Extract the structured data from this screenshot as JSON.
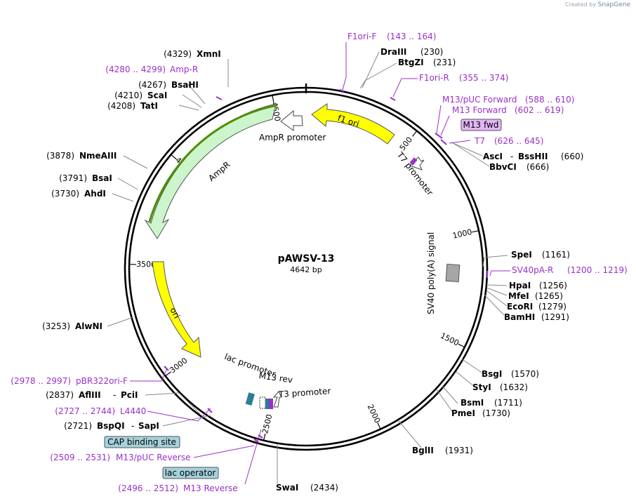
{
  "credit": {
    "prefix": "Created by",
    "brand": "SnapGene"
  },
  "plasmid": {
    "name": "pAWSV-13",
    "size": "4642 bp"
  },
  "ticks": [
    "500",
    "1000",
    "1500",
    "2000",
    "2500",
    "3000",
    "3500",
    "4000",
    "4500"
  ],
  "features": {
    "f1ori": "f1 ori",
    "ampr_promoter": "AmpR promoter",
    "ampr": "AmpR",
    "t7_promoter": "T7 promoter",
    "sv40": "SV40 poly(A) signal",
    "ori": "ori",
    "lac_promoter": "lac promoter",
    "m13rev": "M13 rev",
    "t3_promoter": "T3 promoter"
  },
  "sites": {
    "xmni": {
      "name": "XmnI",
      "pos": "(4329)"
    },
    "bsahi": {
      "name": "BsaHI",
      "pos": "(4267)"
    },
    "scai": {
      "name": "ScaI",
      "pos": "(4210)"
    },
    "tati": {
      "name": "TatI",
      "pos": "(4208)"
    },
    "nmeaiii": {
      "name": "NmeAIII",
      "pos": "(3878)"
    },
    "bsai": {
      "name": "BsaI",
      "pos": "(3791)"
    },
    "ahdi": {
      "name": "AhdI",
      "pos": "(3730)"
    },
    "alwni": {
      "name": "AlwNI",
      "pos": "(3253)"
    },
    "aflIII": {
      "name": "AflIII",
      "pos": "(2837)",
      "pair": "PciI",
      "dash": "-"
    },
    "bspqi": {
      "name": "BspQI",
      "pos": "(2721)",
      "pair": "SapI",
      "dash": "-"
    },
    "swai": {
      "name": "SwaI",
      "pos": "(2434)"
    },
    "bglii": {
      "name": "BglII",
      "pos": "(1931)"
    },
    "pmei": {
      "name": "PmeI",
      "pos": "(1730)"
    },
    "bsmi": {
      "name": "BsmI",
      "pos": "(1711)"
    },
    "styi": {
      "name": "StyI",
      "pos": "(1632)"
    },
    "bsgi": {
      "name": "BsgI",
      "pos": "(1570)"
    },
    "bamhi": {
      "name": "BamHI",
      "pos": "(1291)"
    },
    "ecori": {
      "name": "EcoRI",
      "pos": "(1279)"
    },
    "mfei": {
      "name": "MfeI",
      "pos": "(1265)"
    },
    "hpai": {
      "name": "HpaI",
      "pos": "(1256)"
    },
    "spei": {
      "name": "SpeI",
      "pos": "(1161)"
    },
    "bbvci": {
      "name": "BbvCI",
      "pos": "(666)"
    },
    "asci": {
      "name": "AscI",
      "pos": "(660)",
      "pair": "BssHII",
      "dash": "-"
    },
    "draiii": {
      "name": "DraIII",
      "pos": "(230)"
    },
    "btgzi": {
      "name": "BtgZI",
      "pos": "(231)"
    }
  },
  "primers": {
    "ampr": {
      "name": "Amp-R",
      "range": "(4280 .. 4299)"
    },
    "f1orif": {
      "name": "F1ori-F",
      "range": "(143 .. 164)"
    },
    "f1orir": {
      "name": "F1ori-R",
      "range": "(355 .. 374)"
    },
    "m13puc": {
      "name": "M13/pUC Forward",
      "range": "(588 .. 610)"
    },
    "m13fwd": {
      "name": "M13 Forward",
      "range": "(602 .. 619)"
    },
    "t7": {
      "name": "T7",
      "range": "(626 .. 645)"
    },
    "sv40par": {
      "name": "SV40pA-R",
      "range": "(1200 .. 1219)"
    },
    "pbr322": {
      "name": "pBR322ori-F",
      "range": "(2978 .. 2997)"
    },
    "l4440": {
      "name": "L4440",
      "range": "(2727 .. 2744)"
    },
    "m13pucrev": {
      "name": "M13/pUC Reverse",
      "range": "(2509 .. 2531)"
    },
    "m13reverse": {
      "name": "M13 Reverse",
      "range": "(2496 .. 2512)"
    }
  },
  "boxes": {
    "m13fwd": "M13 fwd",
    "cap": "CAP binding site",
    "lacop": "lac operator"
  },
  "colors": {
    "primer": "#9b2fc9",
    "ori": "#ffff00",
    "ampr": "#ccf5cc",
    "ampr_outline": "#4d8f00",
    "sv40": "#a6a6a6",
    "misc_box": "#a5d2dc",
    "primer_box": "#e4b5f7"
  }
}
